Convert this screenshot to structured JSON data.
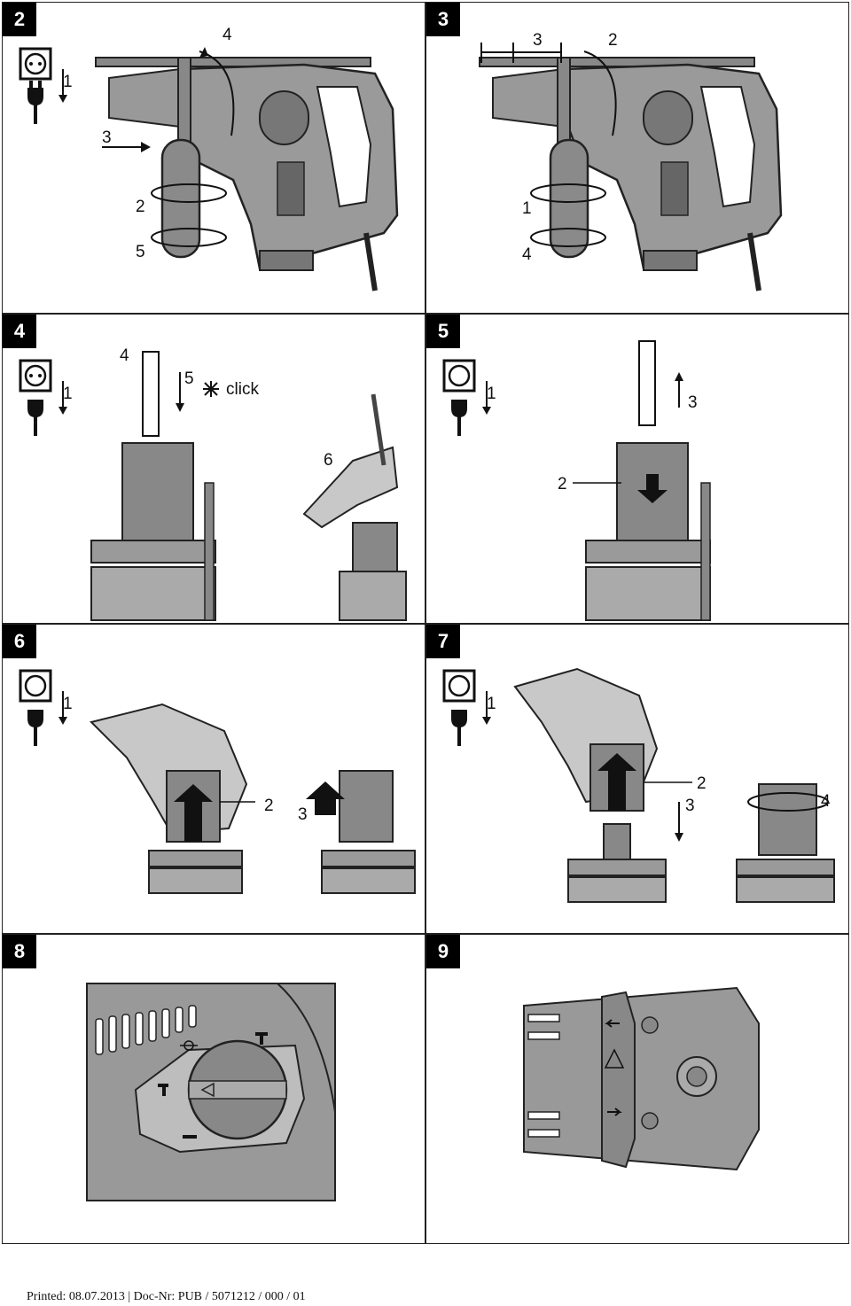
{
  "panels": [
    {
      "number": "2",
      "labels": [
        "1",
        "2",
        "3",
        "4",
        "5"
      ]
    },
    {
      "number": "3",
      "labels": [
        "1",
        "2",
        "3",
        "4"
      ]
    },
    {
      "number": "4",
      "labels": [
        "1",
        "4",
        "5",
        "6"
      ],
      "click_text": "click"
    },
    {
      "number": "5",
      "labels": [
        "1",
        "2",
        "3"
      ]
    },
    {
      "number": "6",
      "labels": [
        "1",
        "2",
        "3"
      ]
    },
    {
      "number": "7",
      "labels": [
        "1",
        "2",
        "3",
        "4"
      ]
    },
    {
      "number": "8",
      "labels": []
    },
    {
      "number": "9",
      "labels": []
    }
  ],
  "icons": {
    "power_unplug": "unplug-icon",
    "socket": "socket-icon",
    "rotate": "rotation-arrow-icon",
    "hammer_mode": "hammer-icon",
    "drill_mode": "drill-icon",
    "chisel_mode": "chisel-icon"
  },
  "footer": {
    "text": "Printed: 08.07.2013 | Doc-Nr: PUB / 5071212 / 000 / 01"
  }
}
